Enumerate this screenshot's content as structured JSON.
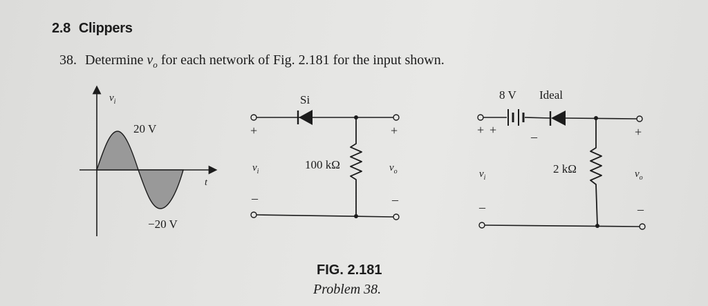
{
  "section": {
    "number": "2.8",
    "title": "Clippers"
  },
  "problem": {
    "number": "38.",
    "text_before": "Determine ",
    "var_main": "v",
    "var_sub": "o",
    "text_after": " for each network of Fig. 2.181 for the input shown."
  },
  "waveform": {
    "y_axis_label": "v",
    "y_axis_sub": "i",
    "x_axis_label": "t",
    "peak_positive": "20 V",
    "peak_negative": "−20 V"
  },
  "circuit_a": {
    "diode_label": "Si",
    "resistor_label": "100 kΩ",
    "input_plus": "+",
    "input_minus": "–",
    "input_label": "v",
    "input_sub": "i",
    "output_plus": "+",
    "output_minus": "–",
    "output_label": "v",
    "output_sub": "o"
  },
  "circuit_b": {
    "battery_label": "8 V",
    "diode_label": "Ideal",
    "resistor_label": "2 kΩ",
    "input_plus": "+",
    "input_minus": "–",
    "input_label": "v",
    "input_sub": "i",
    "battery_plus": "+",
    "battery_minus": "–",
    "output_plus": "+",
    "output_minus": "–",
    "output_label": "v",
    "output_sub": "o"
  },
  "figure": {
    "caption": "FIG. 2.181",
    "subcaption": "Problem 38."
  }
}
